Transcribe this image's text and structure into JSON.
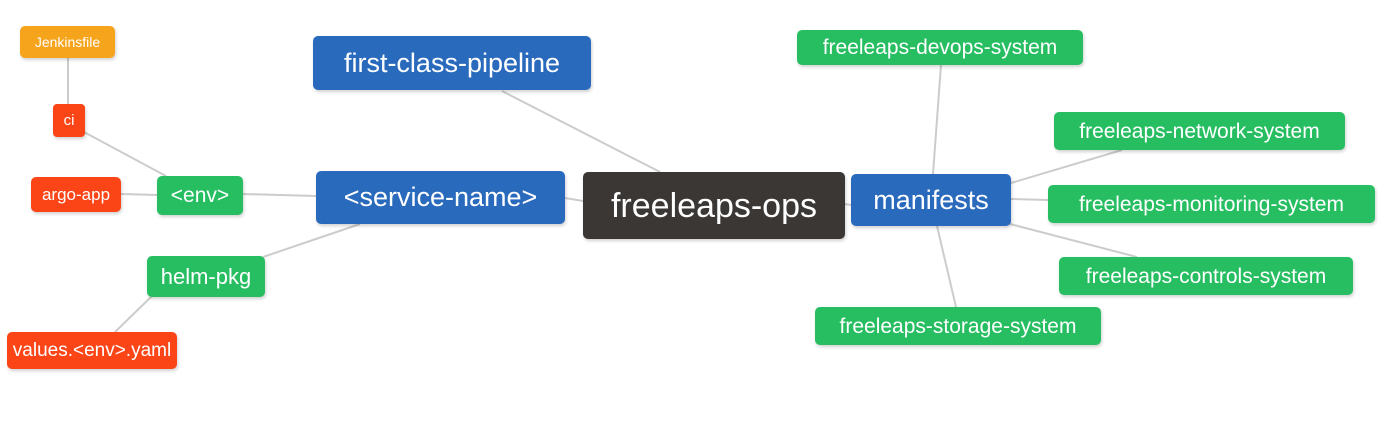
{
  "palette": {
    "orange": "#F7A41D",
    "red": "#FB4516",
    "green": "#27BE62",
    "blue": "#2A6ABD",
    "dark": "#3A3735",
    "edge": "#CCCCCC",
    "text": "#FFFFFF",
    "background": "#FFFFFF"
  },
  "nodes": {
    "jenkinsfile": {
      "label": "Jenkinsfile",
      "color": "orange"
    },
    "ci": {
      "label": "ci",
      "color": "red"
    },
    "argo_app": {
      "label": "argo-app",
      "color": "red"
    },
    "env": {
      "label": "<env>",
      "color": "green"
    },
    "helm_pkg": {
      "label": "helm-pkg",
      "color": "green"
    },
    "values_env_yaml": {
      "label": "values.<env>.yaml",
      "color": "red"
    },
    "first_class_pipeline": {
      "label": "first-class-pipeline",
      "color": "blue"
    },
    "service_name": {
      "label": "<service-name>",
      "color": "blue"
    },
    "freeleaps_ops": {
      "label": "freeleaps-ops",
      "color": "dark"
    },
    "manifests": {
      "label": "manifests",
      "color": "blue"
    },
    "devops_system": {
      "label": "freeleaps-devops-system",
      "color": "green"
    },
    "network_system": {
      "label": "freeleaps-network-system",
      "color": "green"
    },
    "monitoring_system": {
      "label": "freeleaps-monitoring-system",
      "color": "green"
    },
    "controls_system": {
      "label": "freeleaps-controls-system",
      "color": "green"
    },
    "storage_system": {
      "label": "freeleaps-storage-system",
      "color": "green"
    }
  },
  "edges": [
    {
      "from": "jenkinsfile",
      "to": "ci"
    },
    {
      "from": "ci",
      "to": "env"
    },
    {
      "from": "argo_app",
      "to": "env"
    },
    {
      "from": "env",
      "to": "service_name"
    },
    {
      "from": "helm_pkg",
      "to": "service_name"
    },
    {
      "from": "values_env_yaml",
      "to": "helm_pkg"
    },
    {
      "from": "service_name",
      "to": "freeleaps_ops"
    },
    {
      "from": "first_class_pipeline",
      "to": "freeleaps_ops"
    },
    {
      "from": "freeleaps_ops",
      "to": "manifests"
    },
    {
      "from": "manifests",
      "to": "devops_system"
    },
    {
      "from": "manifests",
      "to": "network_system"
    },
    {
      "from": "manifests",
      "to": "monitoring_system"
    },
    {
      "from": "manifests",
      "to": "controls_system"
    },
    {
      "from": "manifests",
      "to": "storage_system"
    }
  ]
}
